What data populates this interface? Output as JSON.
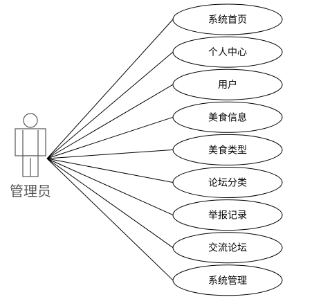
{
  "actor": {
    "name": "管理员",
    "color": "#555555"
  },
  "use_cases": [
    {
      "label": "系统首页"
    },
    {
      "label": "个人中心"
    },
    {
      "label": "用户"
    },
    {
      "label": "美食信息"
    },
    {
      "label": "美食类型"
    },
    {
      "label": "论坛分类"
    },
    {
      "label": "举报记录"
    },
    {
      "label": "交流论坛"
    },
    {
      "label": "系统管理"
    }
  ],
  "colors": {
    "stroke": "#000000",
    "background": "#ffffff"
  }
}
